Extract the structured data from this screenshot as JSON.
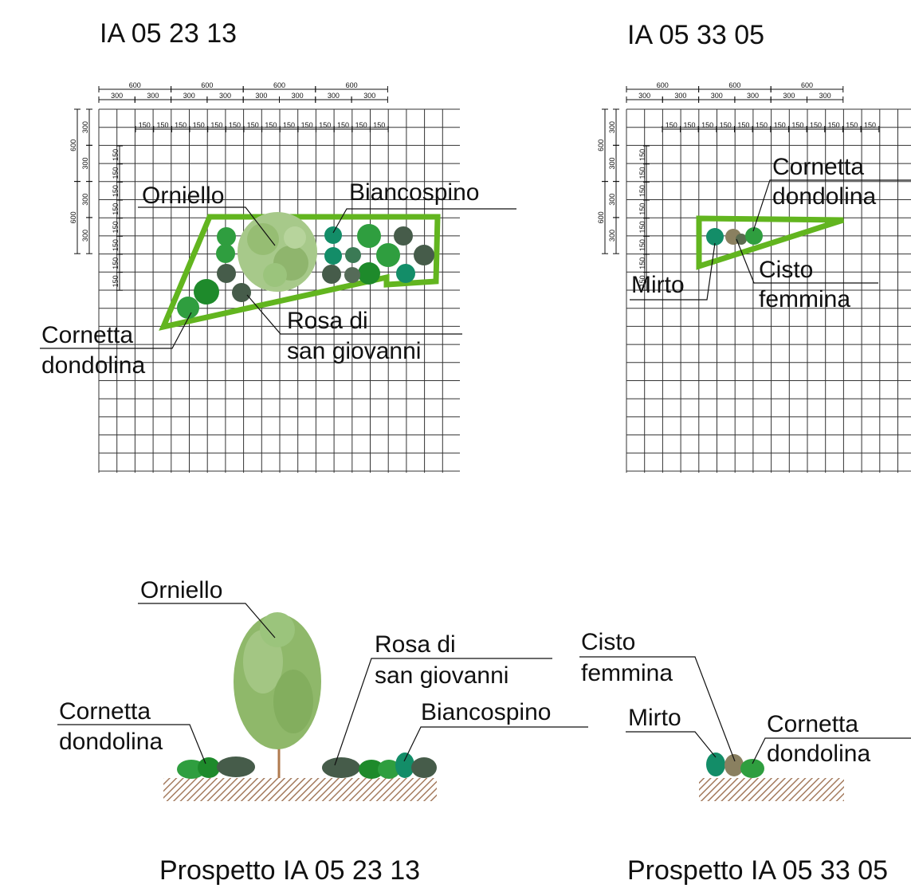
{
  "plans": [
    {
      "id": "plan-a",
      "title": "IA 05 23 13",
      "dims_top_600": [
        "600",
        "600",
        "600",
        "600"
      ],
      "dims_top_300": [
        "300",
        "300",
        "300",
        "300",
        "300",
        "300",
        "300",
        "300"
      ],
      "dims_top_150": [
        "150",
        "150",
        "150",
        "150",
        "150",
        "150",
        "150",
        "150",
        "150",
        "150",
        "150",
        "150",
        "150",
        "150"
      ],
      "dims_left_600": [
        "600",
        "600"
      ],
      "dims_left_300": [
        "300",
        "300",
        "300",
        "300"
      ],
      "dims_left_150": [
        "150",
        "150",
        "150",
        "150",
        "150",
        "150",
        "150",
        "150"
      ],
      "labels": {
        "orniello": "Orniello",
        "biancospino": "Biancospino",
        "cornetta_1": "Cornetta",
        "cornetta_2": "dondolina",
        "rosa_1": "Rosa di",
        "rosa_2": "san giovanni"
      }
    },
    {
      "id": "plan-b",
      "title": "IA 05 33 05",
      "dims_top_600": [
        "600",
        "600",
        "600"
      ],
      "dims_top_300": [
        "300",
        "300",
        "300",
        "300",
        "300",
        "300"
      ],
      "dims_top_150": [
        "150",
        "150",
        "150",
        "150",
        "150",
        "150",
        "150",
        "150",
        "150",
        "150",
        "150",
        "150"
      ],
      "dims_left_600": [
        "600",
        "600"
      ],
      "dims_left_300": [
        "300",
        "300",
        "300",
        "300"
      ],
      "dims_left_150": [
        "150",
        "150",
        "150",
        "150",
        "150",
        "150",
        "150",
        "150"
      ],
      "labels": {
        "cornetta_1": "Cornetta",
        "cornetta_2": "dondolina",
        "mirto": "Mirto",
        "cisto_1": "Cisto",
        "cisto_2": "femmina"
      }
    }
  ],
  "elevations": [
    {
      "id": "elev-a",
      "caption": "Prospetto IA 05 23 13",
      "labels": {
        "orniello": "Orniello",
        "rosa_1": "Rosa di",
        "rosa_2": "san giovanni",
        "biancospino": "Biancospino",
        "cornetta_1": "Cornetta",
        "cornetta_2": "dondolina"
      }
    },
    {
      "id": "elev-b",
      "caption": "Prospetto IA 05 33 05",
      "labels": {
        "cisto_1": "Cisto",
        "cisto_2": "femmina",
        "mirto": "Mirto",
        "cornetta_1": "Cornetta",
        "cornetta_2": "dondolina"
      }
    }
  ],
  "colors": {
    "outline_green": "#62b51f",
    "dark_green": "#0c8a3a",
    "mid_green": "#2f9e3f",
    "teal_green": "#138d68",
    "gray_green": "#465c4a",
    "light_tree": "#8fb86a",
    "trunk": "#b07a4e",
    "ground": "#a47b5e"
  }
}
